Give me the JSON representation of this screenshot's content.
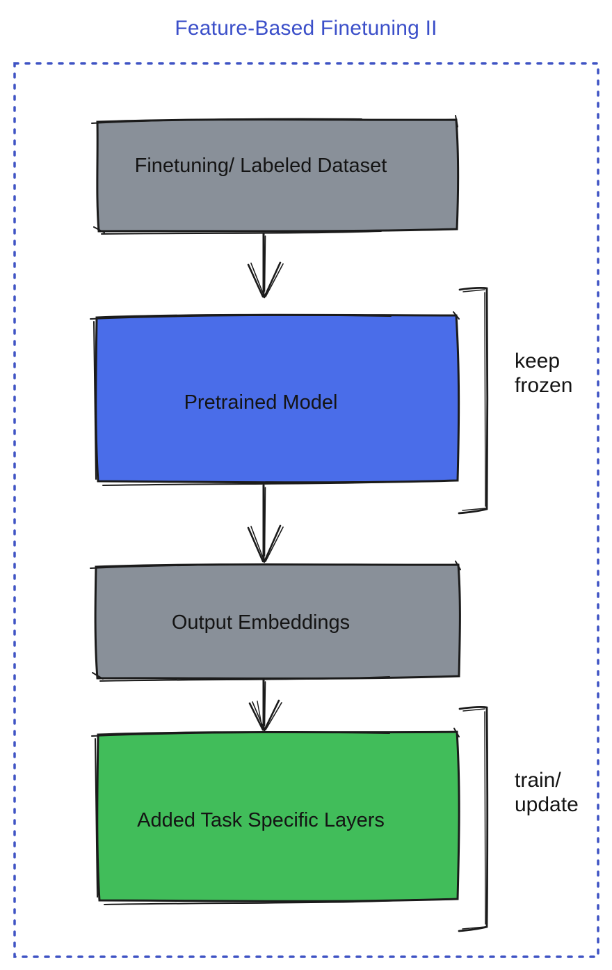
{
  "title": {
    "text": "Feature-Based Finetuning II",
    "color": "#3b4fc9"
  },
  "frame": {
    "border_color": "#3f53c4",
    "border_style": "dotted"
  },
  "diagram": {
    "stroke_color": "#1b1b1b",
    "text_color": "#141414",
    "nodes": [
      {
        "id": "finetuning-dataset",
        "label": "Finetuning/ Labeled Dataset",
        "fill": "#899099"
      },
      {
        "id": "pretrained-model",
        "label": "Pretrained Model",
        "fill": "#4a6de9"
      },
      {
        "id": "output-embeddings",
        "label": "Output Embeddings",
        "fill": "#899099"
      },
      {
        "id": "added-task-layers",
        "label": "Added Task Specific Layers",
        "fill": "#41bd5a"
      }
    ],
    "annotations": [
      {
        "target": "pretrained-model",
        "lines": [
          "keep",
          "frozen"
        ]
      },
      {
        "target": "added-task-layers",
        "lines": [
          "train/",
          "update"
        ]
      }
    ]
  }
}
